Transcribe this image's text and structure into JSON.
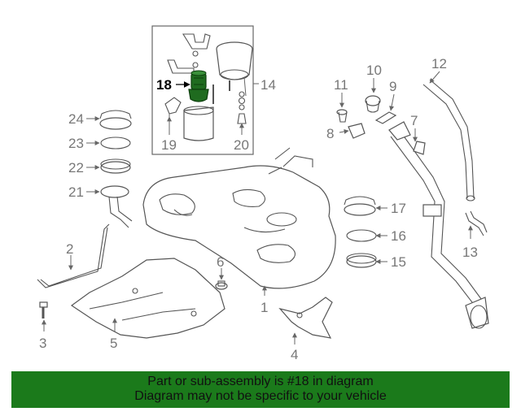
{
  "labels": {
    "p1": "1",
    "p2": "2",
    "p3": "3",
    "p4": "4",
    "p5": "5",
    "p6": "6",
    "p7": "7",
    "p8": "8",
    "p9": "9",
    "p10": "10",
    "p11": "11",
    "p12": "12",
    "p13": "13",
    "p14": "14",
    "p15": "15",
    "p16": "16",
    "p17": "17",
    "p18": "18",
    "p19": "19",
    "p20": "20",
    "p21": "21",
    "p22": "22",
    "p23": "23",
    "p24": "24"
  },
  "highlight_part": "18",
  "highlight_color": "#1f6b1f",
  "banner": {
    "line1": "Part or sub-assembly is #18 in diagram",
    "line2": "Diagram may not be specific to your vehicle",
    "color": "#1b7a1b"
  }
}
